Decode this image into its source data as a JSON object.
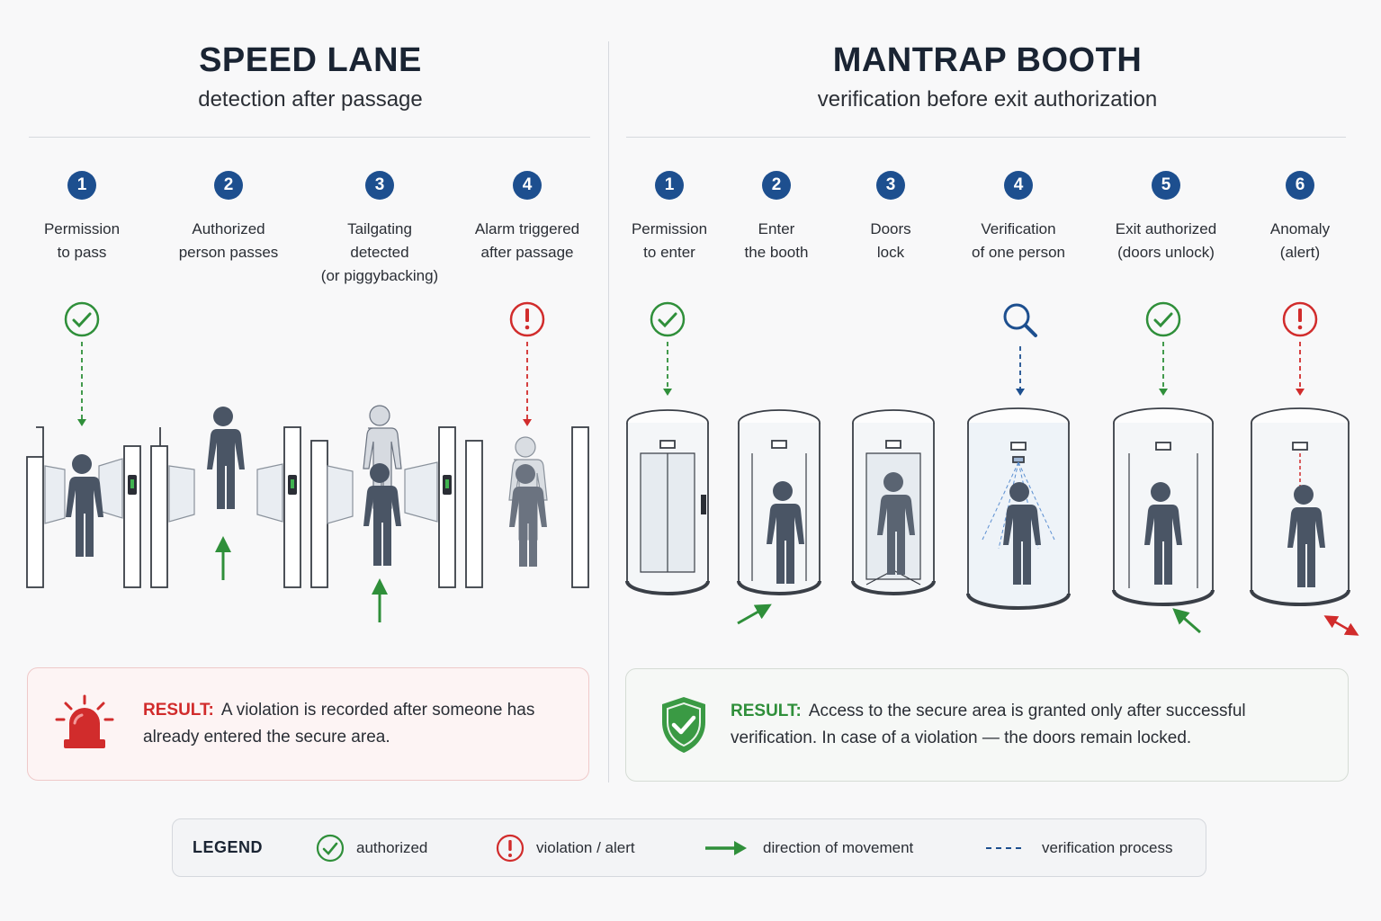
{
  "left": {
    "title": "SPEED LANE",
    "subtitle": "detection after passage",
    "steps": [
      {
        "num": "1",
        "label": "Permission\nto pass"
      },
      {
        "num": "2",
        "label": "Authorized\nperson passes"
      },
      {
        "num": "3",
        "label": "Tailgating\ndetected\n(or piggybacking)"
      },
      {
        "num": "4",
        "label": "Alarm triggered\nafter passage"
      }
    ],
    "result": {
      "keyword": "RESULT:",
      "text": "A violation is recorded after someone has already entered the secure area."
    }
  },
  "right": {
    "title": "MANTRAP BOOTH",
    "subtitle": "verification before exit authorization",
    "steps": [
      {
        "num": "1",
        "label": "Permission\nto enter"
      },
      {
        "num": "2",
        "label": "Enter\nthe booth"
      },
      {
        "num": "3",
        "label": "Doors\nlock"
      },
      {
        "num": "4",
        "label": "Verification\nof one person"
      },
      {
        "num": "5",
        "label": "Exit authorized\n(doors unlock)"
      },
      {
        "num": "6",
        "label": "Anomaly\n(alert)"
      }
    ],
    "result": {
      "keyword": "RESULT:",
      "text": "Access to the secure area is granted only after successful verification. In case of a violation — the doors remain locked."
    }
  },
  "legend": {
    "title": "LEGEND",
    "authorized": "authorized",
    "violation": "violation / alert",
    "movement": "direction of movement",
    "verification": "verification process"
  },
  "colors": {
    "accent_blue": "#1d4f8f",
    "ok_green": "#2f8f3a",
    "alert_red": "#d12c2c",
    "figure": "#4a5565"
  },
  "icons": [
    "check-circle-icon",
    "alert-circle-icon",
    "magnifier-icon",
    "siren-icon",
    "shield-check-icon",
    "arrow-icon"
  ]
}
